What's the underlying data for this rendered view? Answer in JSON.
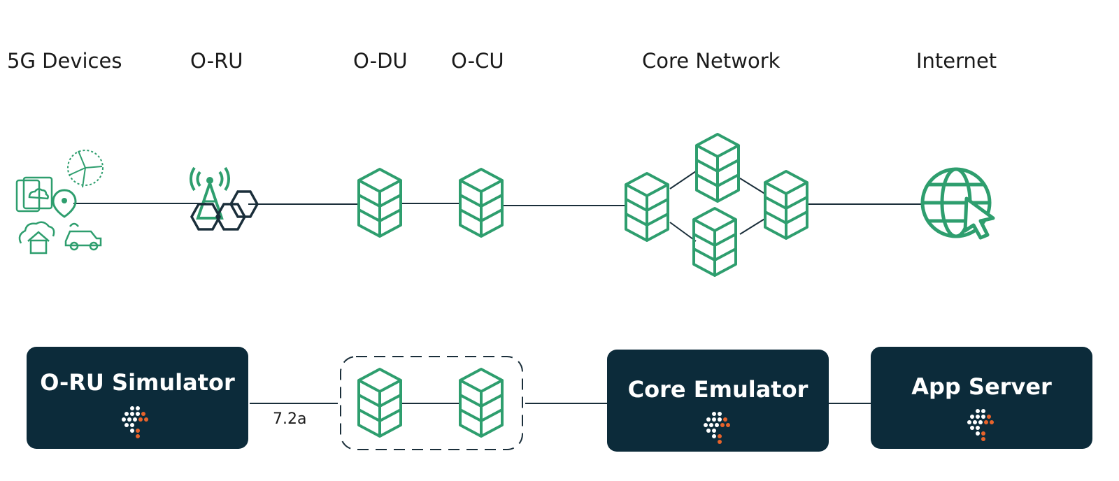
{
  "top_labels": {
    "devices": "5G Devices",
    "oru": "O-RU",
    "odu": "O-DU",
    "ocu": "O-CU",
    "core": "Core Network",
    "internet": "Internet"
  },
  "boxes": {
    "oru_sim": "O-RU Simulator",
    "core_emu": "Core Emulator",
    "app_server": "App Server"
  },
  "edge_labels": {
    "interface": "7.2a"
  },
  "colors": {
    "accent_green": "#2e9e6e",
    "box_navy": "#0c2b3a",
    "logo_orange": "#e8632b",
    "line": "#1a2e3a"
  },
  "icons": [
    "server-stack-icon",
    "tower-icon",
    "globe-cursor-icon",
    "tablet-cloud-icon",
    "wind-turbine-icon",
    "location-pin-icon",
    "house-cloud-icon",
    "car-icon",
    "brand-logo-icon"
  ]
}
